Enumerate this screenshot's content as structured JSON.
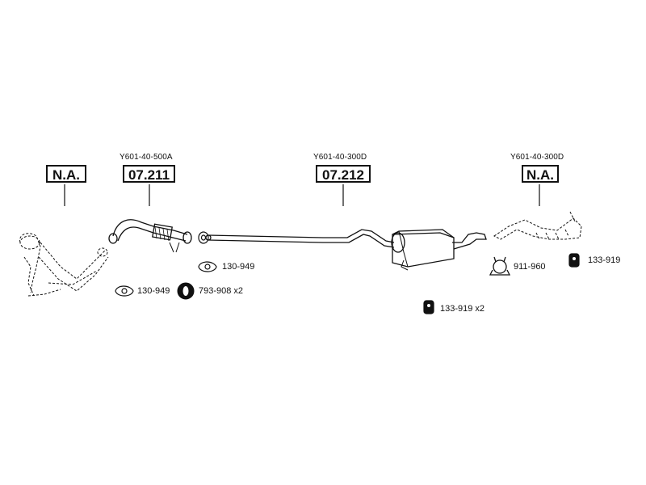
{
  "groups": [
    {
      "ref": "",
      "box": "N.A."
    },
    {
      "ref": "Y601-40-500A",
      "box": "07.211"
    },
    {
      "ref": "Y601-40-300D",
      "box": "07.212"
    },
    {
      "ref": "Y601-40-300D",
      "box": "N.A."
    }
  ],
  "parts": {
    "gasket_upper": "130-949",
    "gasket_lower": "130-949",
    "rubber_ring": "793-908 x2",
    "mount_middle": "133-919 x2",
    "clamp": "911-960",
    "mount_right": "133-919"
  },
  "colors": {
    "ink": "#111111"
  }
}
